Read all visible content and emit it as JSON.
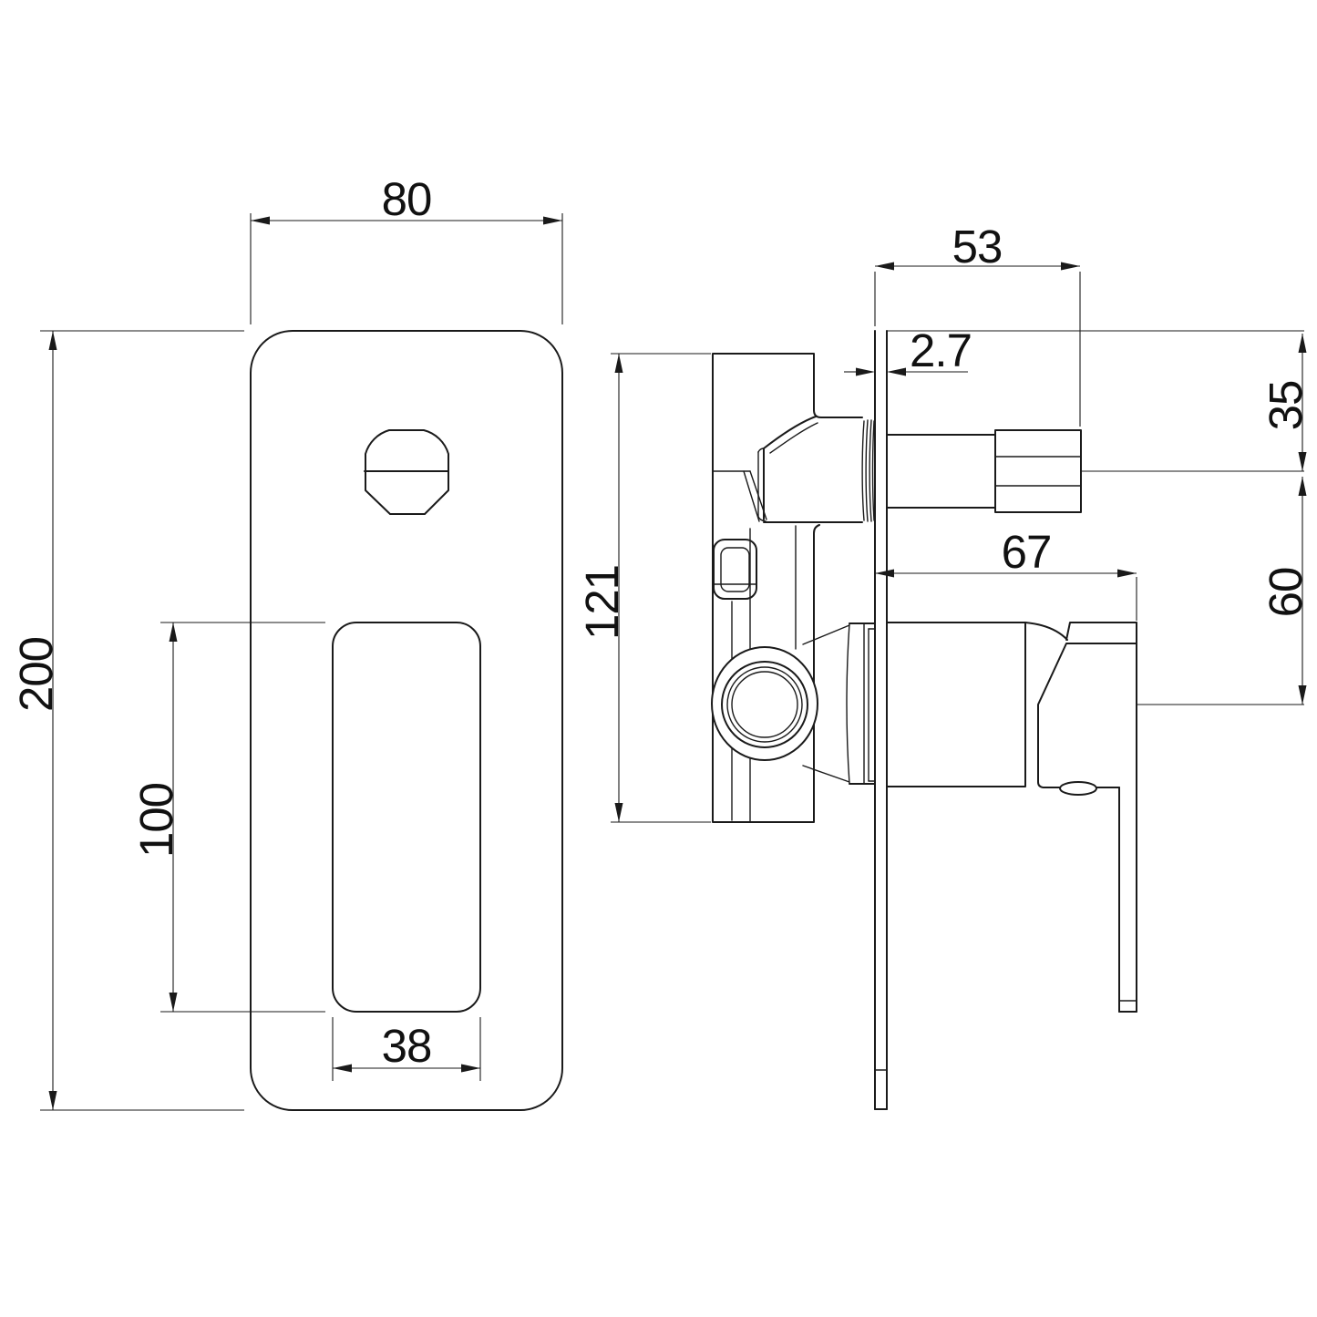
{
  "drawing": {
    "background": "#ffffff",
    "line_color": "#1a1a1a",
    "front_view": {
      "plate_width": "80",
      "plate_height": "200",
      "cutout_height": "100",
      "cutout_width": "38"
    },
    "side_view": {
      "rough_in_depth": "53",
      "plate_thickness": "2.7",
      "top_to_spout_axis": "35",
      "handle_projection": "67",
      "spout_axis_to_handle_axis": "60",
      "valve_body_height": "121"
    }
  }
}
